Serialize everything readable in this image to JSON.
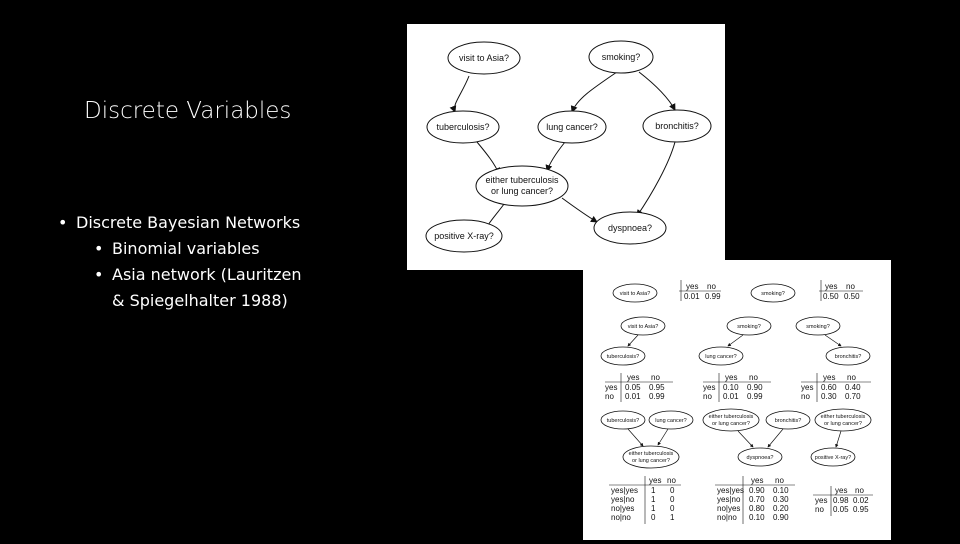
{
  "slide": {
    "title": "Discrete Variables",
    "bullets": [
      "Discrete Bayesian Networks",
      "Binomial variables",
      "Asia network (Lauritzen",
      "& Spiegelhalter 1988)"
    ]
  },
  "network": {
    "nodes": [
      "visit to Asia?",
      "smoking?",
      "tuberculosis?",
      "lung cancer?",
      "bronchitis?",
      "either tuberculosis",
      "or lung cancer?",
      "positive X-ray?",
      "dyspnoea?"
    ]
  },
  "cpt": {
    "asia": {
      "node": "visit to Asia?",
      "header": [
        "yes",
        "no"
      ],
      "values": [
        "0.01",
        "0.99"
      ]
    },
    "smoking": {
      "node": "smoking?",
      "header": [
        "yes",
        "no"
      ],
      "values": [
        "0.50",
        "0.50"
      ]
    },
    "tuberculosis": {
      "parent": "visit to Asia?",
      "child": "tuberculosis?",
      "header": [
        "yes",
        "no"
      ],
      "rows": [
        [
          "yes",
          "0.05",
          "0.95"
        ],
        [
          "no",
          "0.01",
          "0.99"
        ]
      ]
    },
    "lung": {
      "parent": "smoking?",
      "child": "lung cancer?",
      "header": [
        "yes",
        "no"
      ],
      "rows": [
        [
          "yes",
          "0.10",
          "0.90"
        ],
        [
          "no",
          "0.01",
          "0.99"
        ]
      ]
    },
    "bronchitis": {
      "parent": "smoking?",
      "child": "bronchitis?",
      "header": [
        "yes",
        "no"
      ],
      "rows": [
        [
          "yes",
          "0.60",
          "0.40"
        ],
        [
          "no",
          "0.30",
          "0.70"
        ]
      ]
    },
    "either": {
      "parents": [
        "tuberculosis?",
        "lung cancer?"
      ],
      "child": [
        "either tuberculosis",
        "or lung cancer?"
      ],
      "header": [
        "yes",
        "no"
      ],
      "rows": [
        [
          "yes|yes",
          "1",
          "0"
        ],
        [
          "yes|no",
          "1",
          "0"
        ],
        [
          "no|yes",
          "1",
          "0"
        ],
        [
          "no|no",
          "0",
          "1"
        ]
      ]
    },
    "dyspnoea": {
      "parents": [
        "either tuberculosis",
        "or lung cancer?",
        "bronchitis?"
      ],
      "child": "dyspnoea?",
      "header": [
        "yes",
        "no"
      ],
      "rows": [
        [
          "yes|yes",
          "0.90",
          "0.10"
        ],
        [
          "yes|no",
          "0.70",
          "0.30"
        ],
        [
          "no|yes",
          "0.80",
          "0.20"
        ],
        [
          "no|no",
          "0.10",
          "0.90"
        ]
      ]
    },
    "xray": {
      "parent": [
        "either tuberculosis",
        "or lung cancer?"
      ],
      "child": "positive X-ray?",
      "header": [
        "yes",
        "no"
      ],
      "rows": [
        [
          "yes",
          "0.98",
          "0.02"
        ],
        [
          "no",
          "0.05",
          "0.95"
        ]
      ]
    }
  }
}
